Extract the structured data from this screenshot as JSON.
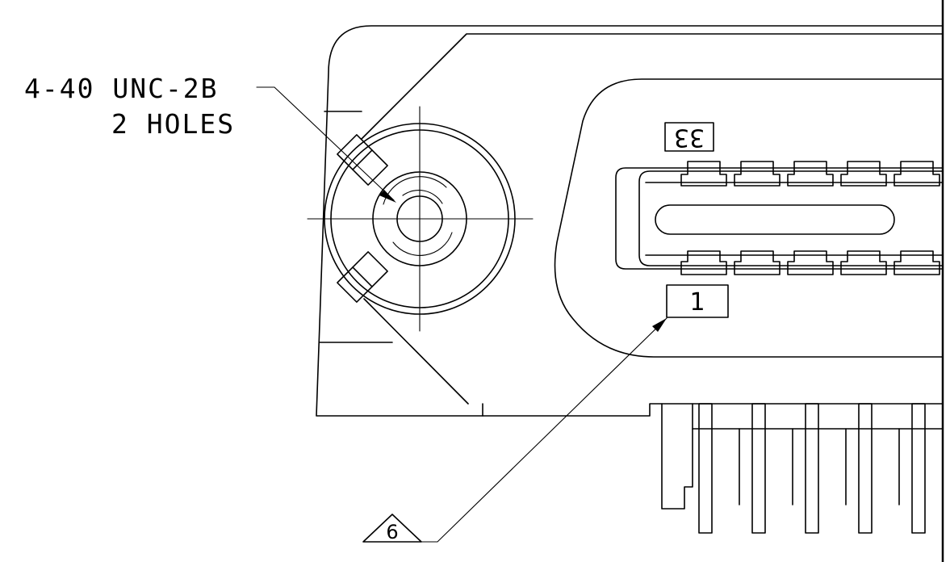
{
  "callouts": {
    "thread_line1": "4-40 UNC-2B",
    "thread_line2": "2 HOLES",
    "pin_last": "33",
    "pin_first": "1",
    "note_ref": "6"
  },
  "colors": {
    "line": "#000000",
    "background": "#ffffff"
  }
}
